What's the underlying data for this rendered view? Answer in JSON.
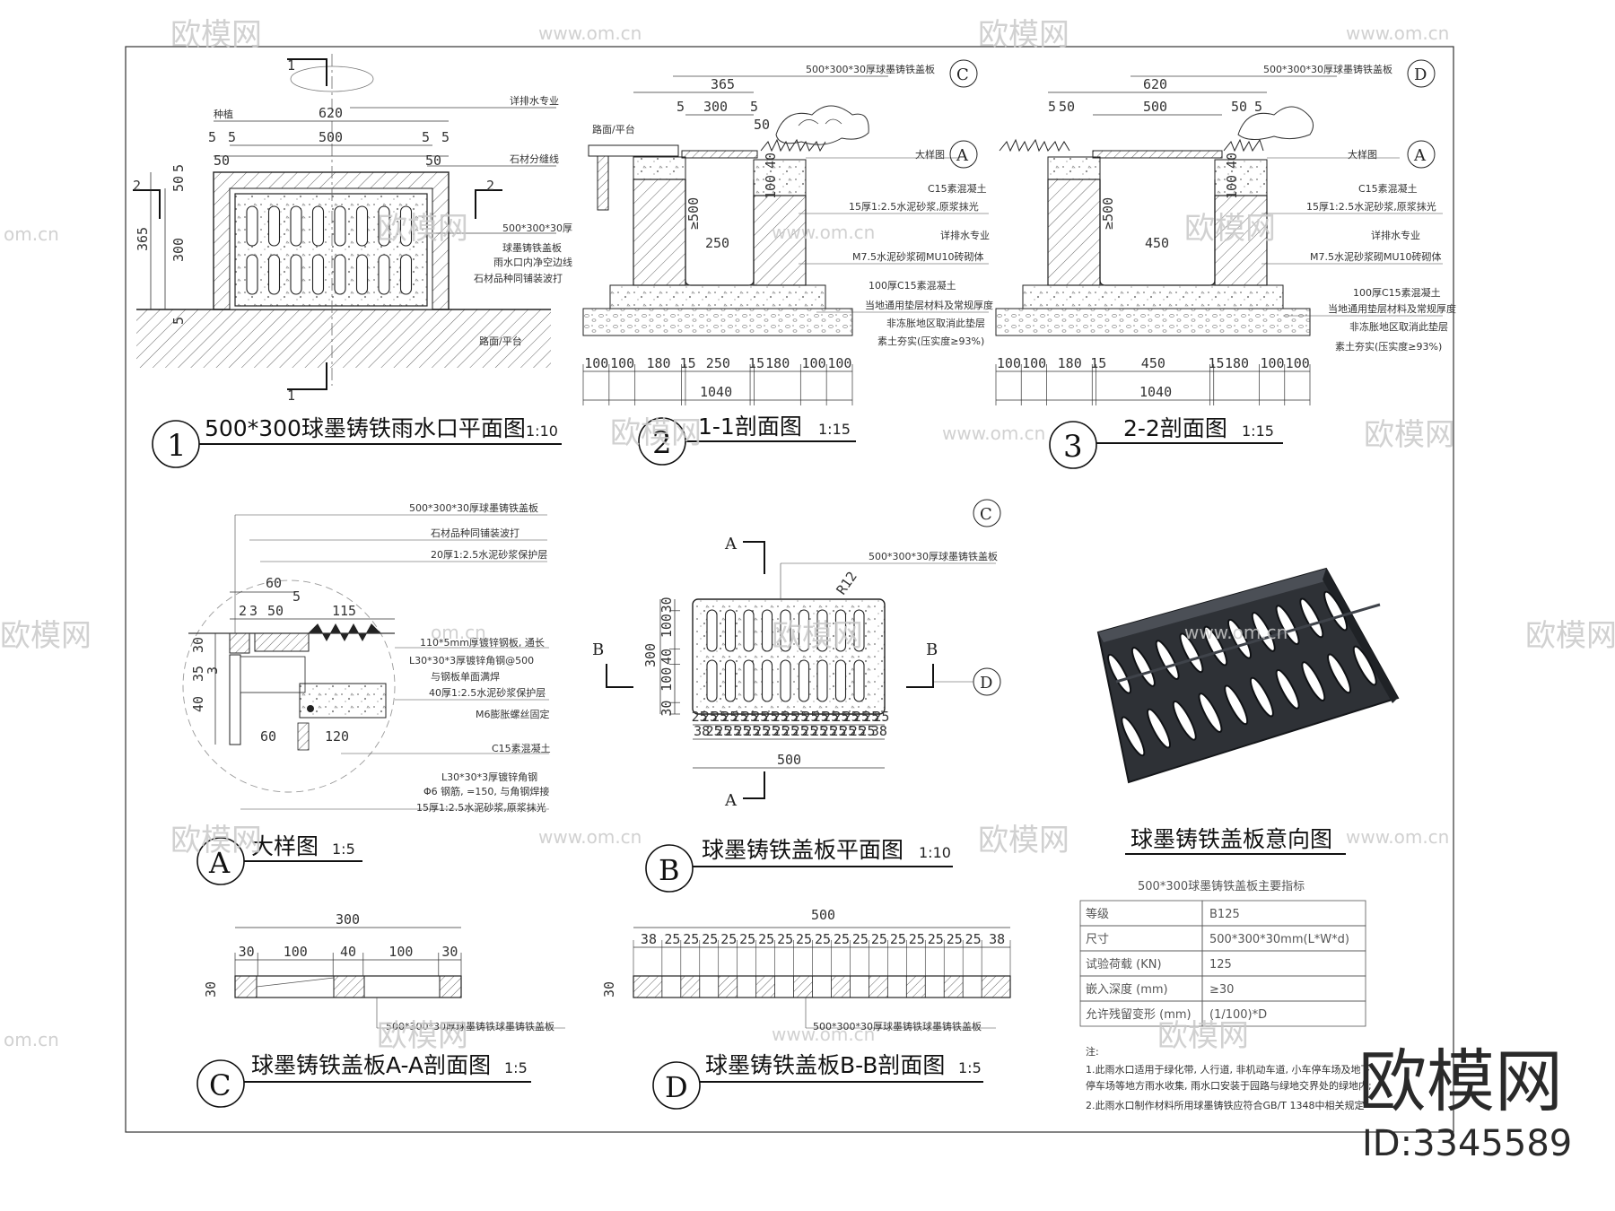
{
  "watermark": {
    "brand": "欧模网",
    "url": "www.om.cn",
    "url_short": "om.cn",
    "id": "ID:3345589"
  },
  "views": {
    "v1": {
      "marker": "1",
      "title": "500*300球墨铸铁雨水口平面图",
      "scale": "1:10"
    },
    "v2": {
      "marker": "2",
      "title": "1-1剖面图",
      "scale": "1:15"
    },
    "v3": {
      "marker": "3",
      "title": "2-2剖面图",
      "scale": "1:15"
    },
    "vA": {
      "marker": "A",
      "title": "大样图",
      "scale": "1:5"
    },
    "vB": {
      "marker": "B",
      "title": "球墨铸铁盖板平面图",
      "scale": "1:10"
    },
    "vPhoto": {
      "title": "球墨铸铁盖板意向图"
    },
    "vC": {
      "marker": "C",
      "title": "球墨铸铁盖板A-A剖面图",
      "scale": "1:5"
    },
    "vD": {
      "marker": "D",
      "title": "球墨铸铁盖板B-B剖面图",
      "scale": "1:5"
    }
  },
  "plan": {
    "dims": {
      "d620": "620",
      "d500": "500",
      "d5a": "5",
      "d5b": "5",
      "d5c": "5",
      "d5d": "5",
      "d50a": "50",
      "d50b": "50",
      "d365": "365",
      "d300": "300",
      "d5e": "5",
      "d50c": "50",
      "d5f": "5"
    },
    "labels": {
      "l1": "详排水专业",
      "l2": "石材分缝线",
      "l3": "500*300*30厚",
      "l4": "球墨铸铁盖板",
      "l5": "雨水口内净空边线",
      "l6": "石材品种同铺装波打",
      "l7": "路面/平台",
      "l8": "种植"
    },
    "cut1": "1",
    "cut2": "2"
  },
  "sec1": {
    "dims": {
      "d365": "365",
      "d300": "300",
      "d5": "5",
      "d5b": "5",
      "d50": "50",
      "d250": "250",
      "d500": "≥500",
      "d100": "100",
      "d40": "40"
    },
    "bottom": [
      "100",
      "100",
      "180",
      "15",
      "250",
      "15",
      "180",
      "100",
      "100"
    ],
    "total": "1040",
    "labels": {
      "top": "500*300*30厚球墨铸铁盖板",
      "road": "路面/平台",
      "detail": "大样图",
      "c15": "C15素混凝土",
      "mortar": "15厚1:2.5水泥砂浆,原浆抹光",
      "drain": "详排水专业",
      "brick": "M7.5水泥砂浆砌MU10砖砌体",
      "base": "100厚C15素混凝土",
      "cushion": "当地通用垫层材料及常规厚度",
      "frost": "非冻胀地区取消此垫层",
      "soil": "素土夯实(压实度≥93%)"
    },
    "tagTop": "C",
    "tagDetail": "A"
  },
  "sec2": {
    "dims": {
      "d620": "620",
      "d500": "500",
      "d50a": "50",
      "d5a": "5",
      "d50b": "50",
      "d5b": "5",
      "d450": "450",
      "d500v": "≥500",
      "d100": "100",
      "d40": "40"
    },
    "bottom": [
      "100",
      "100",
      "180",
      "15",
      "450",
      "15",
      "180",
      "100",
      "100"
    ],
    "total": "1040",
    "labels": {
      "top": "500*300*30厚球墨铸铁盖板",
      "detail": "大样图",
      "c15": "C15素混凝土",
      "mortar": "15厚1:2.5水泥砂浆,原浆抹光",
      "drain": "详排水专业",
      "brick": "M7.5水泥砂浆砌MU10砖砌体",
      "base": "100厚C15素混凝土",
      "cushion": "当地通用垫层材料及常规厚度",
      "frost": "非冻胀地区取消此垫层",
      "soil": "素土夯实(压实度≥93%)"
    },
    "tagTop": "D",
    "tagDetail": "A"
  },
  "detailA": {
    "labels": {
      "l1": "500*300*30厚球墨铸铁盖板",
      "l2": "石材品种同铺装波打",
      "l3": "20厚1:2.5水泥砂浆保护层",
      "l4": "110*5mm厚镀锌钢板, 通长",
      "l5": "L30*30*3厚镀锌角钢@500",
      "l6": "与钢板单面满焊",
      "l7": "40厚1:2.5水泥砂浆保护层",
      "l8": "M6膨胀螺丝固定",
      "l9": "C15素混凝土",
      "l10": "L30*30*3厚镀锌角钢",
      "l11": "Φ6 钢筋, =150, 与角钢焊接",
      "l12": "15厚1:2.5水泥砂浆,原浆抹光"
    },
    "dims": {
      "d60": "60",
      "d5": "5",
      "d2": "2",
      "d3": "3",
      "d50": "50",
      "d115": "115",
      "d30": "30",
      "d35": "35",
      "d3b": "3",
      "d40": "40",
      "d60b": "60",
      "d120": "120"
    }
  },
  "coverPlan": {
    "label": "500*300*30厚球墨铸铁盖板",
    "r": "R12",
    "vdims": [
      "30",
      "100",
      "40",
      "100",
      "30"
    ],
    "v300": "300",
    "hdims": [
      "25",
      "25",
      "25",
      "25",
      "25",
      "25",
      "25",
      "25",
      "25",
      "25",
      "25",
      "25",
      "25",
      "25",
      "25",
      "25",
      "25",
      "25",
      "25"
    ],
    "h2": [
      "38",
      "25",
      "25",
      "25",
      "25",
      "25",
      "25",
      "25",
      "25",
      "25",
      "25",
      "25",
      "25",
      "25",
      "25",
      "25",
      "25",
      "25",
      "38"
    ],
    "width": "500",
    "cutA": "A",
    "cutB": "B",
    "tagC": "C",
    "tagD": "D"
  },
  "secAA": {
    "total": "300",
    "dims": [
      "30",
      "100",
      "40",
      "100",
      "30"
    ],
    "h": "30",
    "label": "500*300*30厚球墨铸铁球墨铸铁盖板"
  },
  "secBB": {
    "total": "500",
    "dims": [
      "38",
      "25",
      "25",
      "25",
      "25",
      "25",
      "25",
      "25",
      "25",
      "25",
      "25",
      "25",
      "25",
      "25",
      "25",
      "25",
      "25",
      "25",
      "38"
    ],
    "h": "30",
    "label": "500*300*30厚球墨铸铁球墨铸铁盖板"
  },
  "spec": {
    "caption": "500*300球墨铸铁盖板主要指标",
    "rows": [
      {
        "k": "等级",
        "v": "B125"
      },
      {
        "k": "尺寸",
        "v": "500*300*30mm(L*W*d)"
      },
      {
        "k": "试验荷载 (KN)",
        "v": "125"
      },
      {
        "k": "嵌入深度 (mm)",
        "v": "≥30"
      },
      {
        "k": "允许残留变形 (mm)",
        "v": "(1/100)*D"
      }
    ]
  },
  "notes": {
    "head": "注:",
    "n1": "1.此雨水口适用于绿化带, 人行道, 非机动车道, 小车停车场及地下",
    "n1b": "停车场等地方雨水收集, 雨水口安装于园路与绿地交界处的绿地内;",
    "n2": "2.此雨水口制作材料所用球墨铸铁应符合GB/T 1348中相关规定"
  },
  "colors": {
    "line": "#1a1a1a",
    "hatch": "#555555",
    "photo": "#3a3d42",
    "watermark": "#cfcfcf"
  }
}
